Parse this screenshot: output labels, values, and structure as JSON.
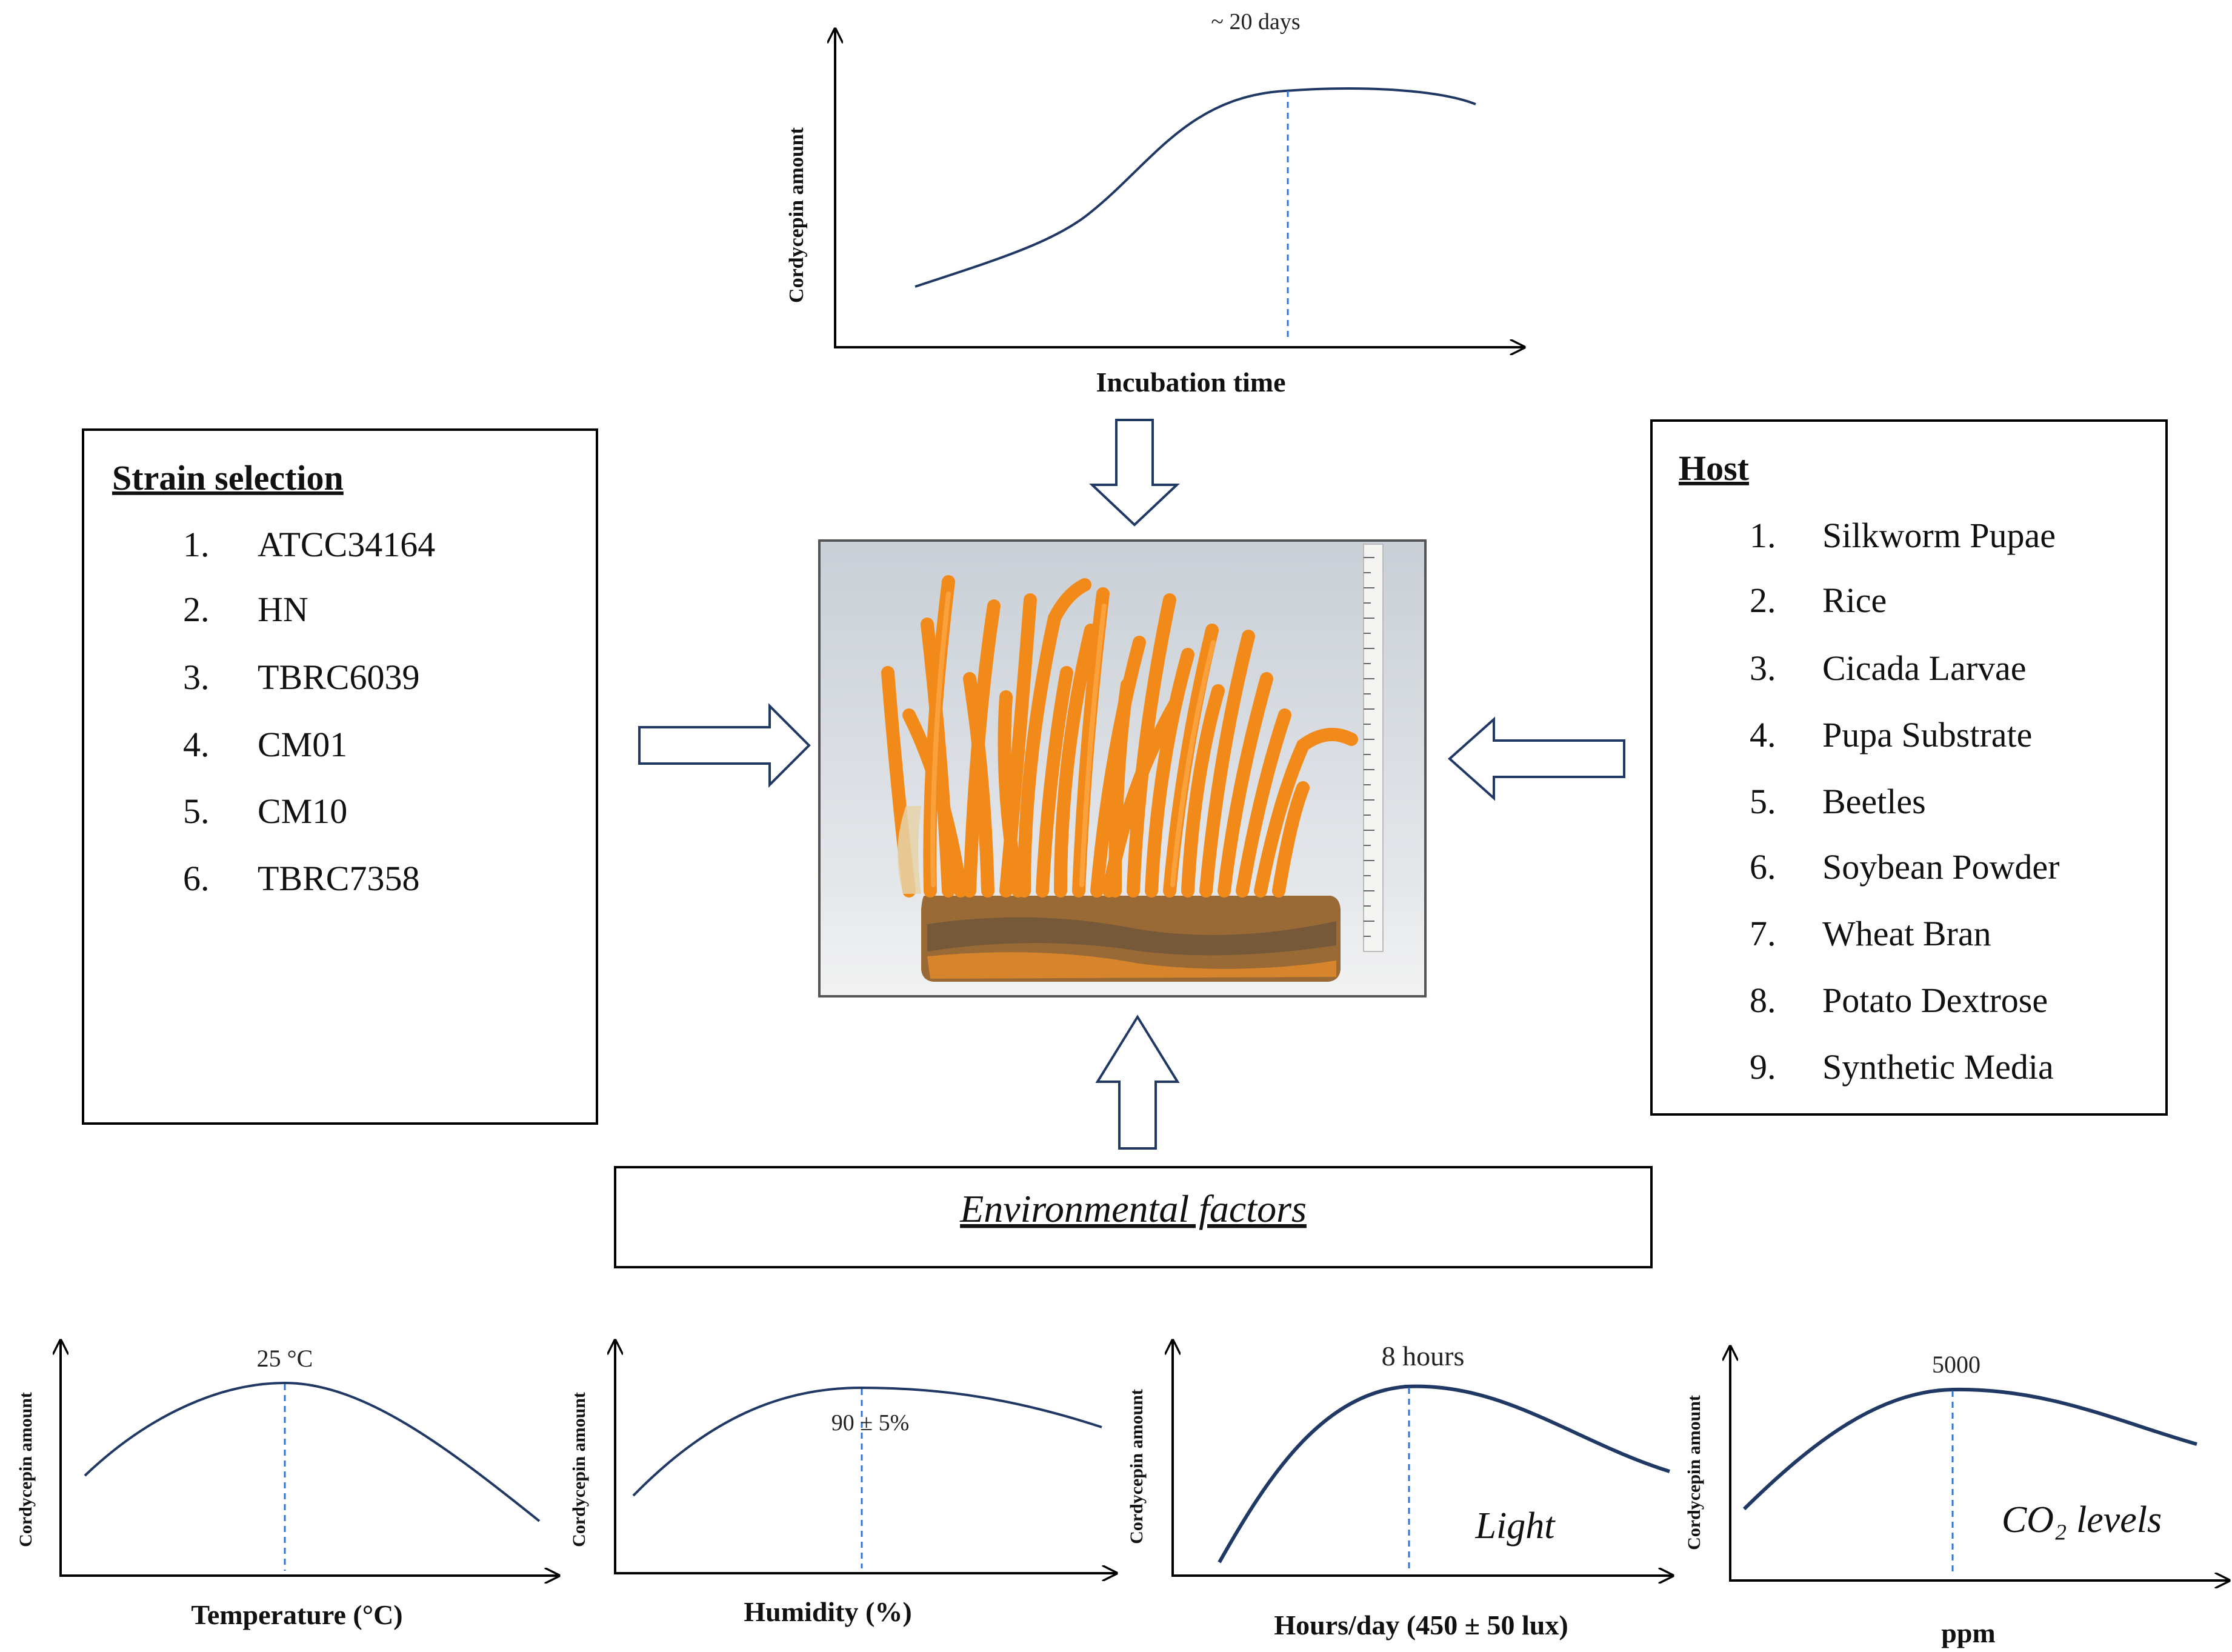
{
  "top_chart": {
    "ylabel": "Cordycepin amount",
    "xlabel": "Incubation time",
    "peak_label": "~ 20 days"
  },
  "strain": {
    "title": "Strain selection",
    "items": [
      {
        "num": "1.",
        "label": "ATCC34164"
      },
      {
        "num": "2.",
        "label": "HN"
      },
      {
        "num": "3.",
        "label": "TBRC6039"
      },
      {
        "num": "4.",
        "label": "CM01"
      },
      {
        "num": "5.",
        "label": "CM10"
      },
      {
        "num": "6.",
        "label": "TBRC7358"
      }
    ]
  },
  "host": {
    "title": "Host",
    "items": [
      {
        "num": "1.",
        "label": "Silkworm Pupae"
      },
      {
        "num": "2.",
        "label": "Rice"
      },
      {
        "num": "3.",
        "label": "Cicada Larvae"
      },
      {
        "num": "4.",
        "label": "Pupa Substrate"
      },
      {
        "num": "5.",
        "label": "Beetles"
      },
      {
        "num": "6.",
        "label": "Soybean Powder"
      },
      {
        "num": "7.",
        "label": "Wheat Bran"
      },
      {
        "num": "8.",
        "label": "Potato Dextrose"
      },
      {
        "num": "9.",
        "label": "Synthetic Media"
      }
    ]
  },
  "env": {
    "title": "Environmental factors"
  },
  "bottom_charts": [
    {
      "ylabel": "Cordycepin amount",
      "xlabel": "Temperature (°C)",
      "peak_label": "25 °C",
      "inner_label": ""
    },
    {
      "ylabel": "Cordycepin amount",
      "xlabel": "Humidity (%)",
      "peak_label": "90 ± 5%",
      "inner_label": ""
    },
    {
      "ylabel": "Cordycepin amount",
      "xlabel": "Hours/day (450 ± 50 lux)",
      "peak_label": "8 hours",
      "inner_label": "Light"
    },
    {
      "ylabel": "Cordycepin amount",
      "xlabel": "ppm",
      "peak_label": "5000",
      "inner_label": "CO₂ levels"
    }
  ],
  "colors": {
    "curve": "#1f3864",
    "dashed": "#2e75d6",
    "arrow": "#1f3864",
    "box": "#000000",
    "photo_bg": "#d7dbe0",
    "fungus": "#f28a1a"
  }
}
